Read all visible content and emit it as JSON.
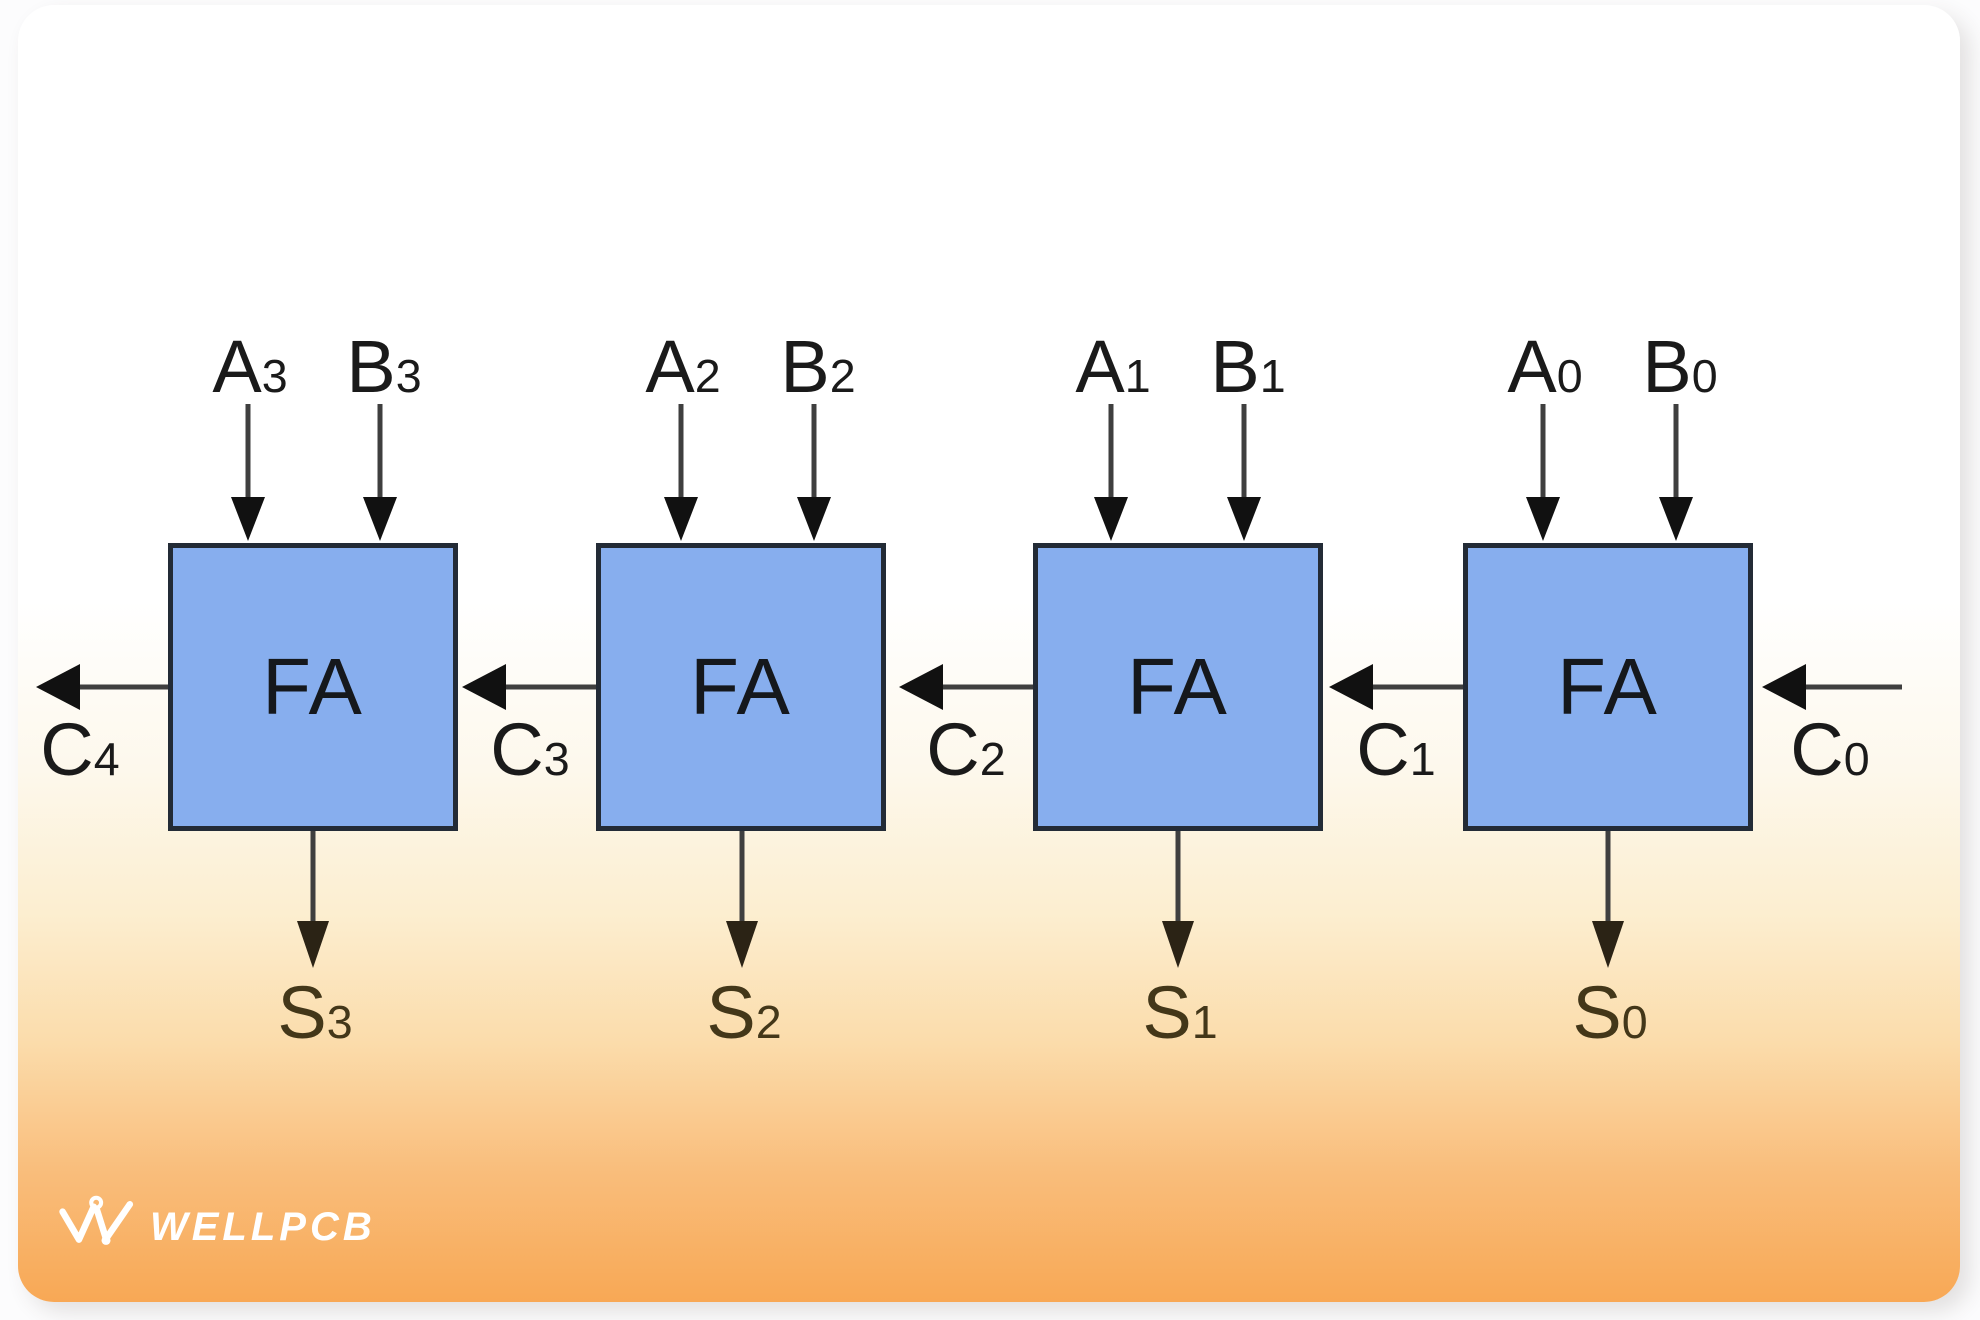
{
  "blocks": [
    {
      "label": "FA",
      "a": {
        "main": "A",
        "sub": "3"
      },
      "b": {
        "main": "B",
        "sub": "3"
      },
      "sum": {
        "main": "S",
        "sub": "3"
      }
    },
    {
      "label": "FA",
      "a": {
        "main": "A",
        "sub": "2"
      },
      "b": {
        "main": "B",
        "sub": "2"
      },
      "sum": {
        "main": "S",
        "sub": "2"
      }
    },
    {
      "label": "FA",
      "a": {
        "main": "A",
        "sub": "1"
      },
      "b": {
        "main": "B",
        "sub": "1"
      },
      "sum": {
        "main": "S",
        "sub": "1"
      }
    },
    {
      "label": "FA",
      "a": {
        "main": "A",
        "sub": "0"
      },
      "b": {
        "main": "B",
        "sub": "0"
      },
      "sum": {
        "main": "S",
        "sub": "0"
      }
    }
  ],
  "carries": [
    {
      "main": "C",
      "sub": "4"
    },
    {
      "main": "C",
      "sub": "3"
    },
    {
      "main": "C",
      "sub": "2"
    },
    {
      "main": "C",
      "sub": "1"
    },
    {
      "main": "C",
      "sub": "0"
    }
  ],
  "logo": {
    "text": "WELLPCB"
  },
  "colors": {
    "block_fill": "#87aeee",
    "block_border": "#232b36",
    "label_text": "#1a1a1a",
    "sum_text": "#433719",
    "line": "#3f3f3f",
    "arrowhead": "#111111",
    "sum_arrowhead": "#2b2315",
    "card_orange": "#f8a855",
    "logo_white": "#ffffff"
  }
}
